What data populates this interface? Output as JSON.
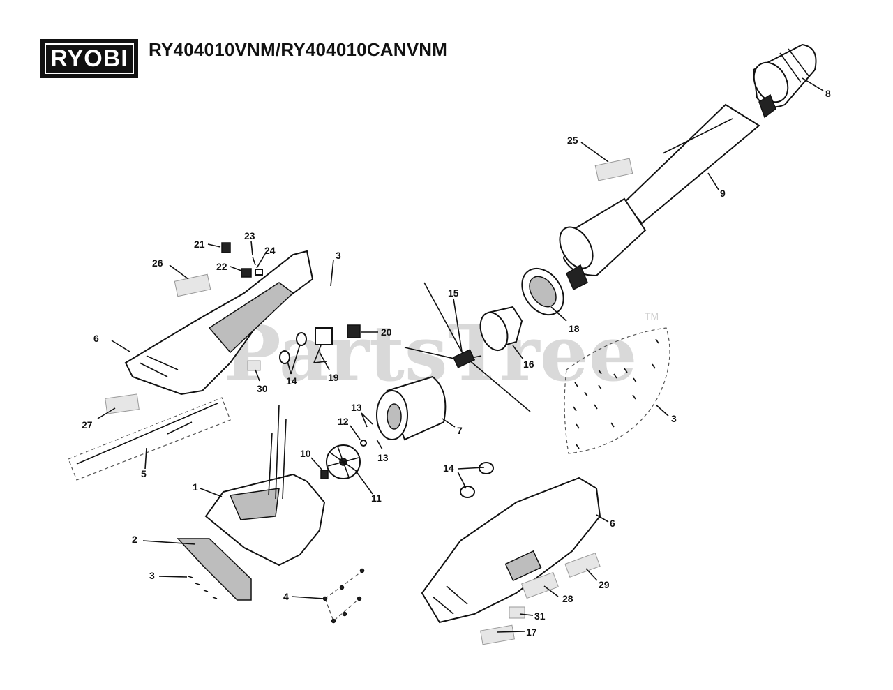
{
  "header": {
    "brand": "RYOBI",
    "model_title": "RY404010VNM/RY404010CANVNM"
  },
  "watermark": {
    "text": "PartsTree",
    "trademark": "TM"
  },
  "callouts": [
    {
      "id": "c8",
      "label": "8"
    },
    {
      "id": "c25",
      "label": "25"
    },
    {
      "id": "c9",
      "label": "9"
    },
    {
      "id": "c21",
      "label": "21"
    },
    {
      "id": "c23",
      "label": "23"
    },
    {
      "id": "c24",
      "label": "24"
    },
    {
      "id": "c22",
      "label": "22"
    },
    {
      "id": "c26",
      "label": "26"
    },
    {
      "id": "c3a",
      "label": "3"
    },
    {
      "id": "c15",
      "label": "15"
    },
    {
      "id": "c18",
      "label": "18"
    },
    {
      "id": "c20",
      "label": "20"
    },
    {
      "id": "c6a",
      "label": "6"
    },
    {
      "id": "c16",
      "label": "16"
    },
    {
      "id": "c30",
      "label": "30"
    },
    {
      "id": "c14a",
      "label": "14"
    },
    {
      "id": "c19",
      "label": "19"
    },
    {
      "id": "c3b",
      "label": "3"
    },
    {
      "id": "c13a",
      "label": "13"
    },
    {
      "id": "c27",
      "label": "27"
    },
    {
      "id": "c7",
      "label": "7"
    },
    {
      "id": "c12",
      "label": "12"
    },
    {
      "id": "c13b",
      "label": "13"
    },
    {
      "id": "c10",
      "label": "10"
    },
    {
      "id": "c14b",
      "label": "14"
    },
    {
      "id": "c5",
      "label": "5"
    },
    {
      "id": "c1",
      "label": "1"
    },
    {
      "id": "c11",
      "label": "11"
    },
    {
      "id": "c6b",
      "label": "6"
    },
    {
      "id": "c2",
      "label": "2"
    },
    {
      "id": "c3c",
      "label": "3"
    },
    {
      "id": "c29",
      "label": "29"
    },
    {
      "id": "c4",
      "label": "4"
    },
    {
      "id": "c28",
      "label": "28"
    },
    {
      "id": "c31",
      "label": "31"
    },
    {
      "id": "c17",
      "label": "17"
    }
  ]
}
